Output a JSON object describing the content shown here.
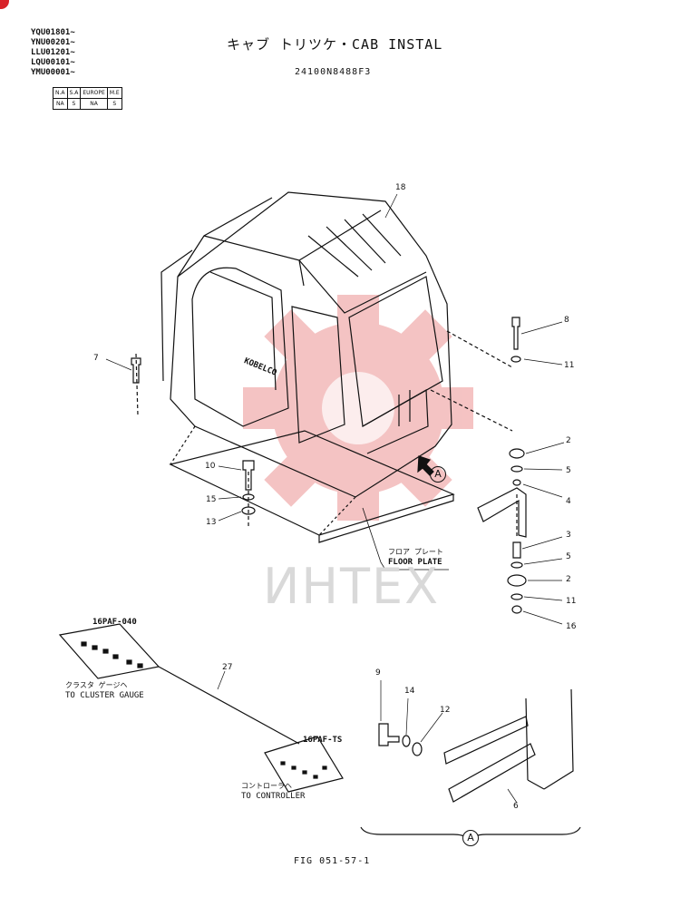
{
  "header": {
    "serials": [
      "YQU01801~",
      "YNU00201~",
      "LLU01201~",
      "LQU00101~",
      "YMU00001~"
    ],
    "title": "キャブ トリツケ・CAB INSTAL",
    "part_number": "24100N8488F3"
  },
  "market_table": {
    "headers": [
      "N.A",
      "S.A",
      "EUROPE",
      "M.E"
    ],
    "values": [
      "NA",
      "S",
      "NA",
      "S"
    ]
  },
  "callouts": {
    "c18": "18",
    "c8": "8",
    "c11a": "11",
    "c7": "7",
    "c2a": "2",
    "c5a": "5",
    "c4": "4",
    "c10": "10",
    "c15": "15",
    "c13": "13",
    "c3": "3",
    "c5b": "5",
    "c2b": "2",
    "c11b": "11",
    "c16": "16",
    "c27": "27",
    "c9": "9",
    "c14": "14",
    "c12": "12",
    "c6": "6"
  },
  "section_marks": {
    "a1": "A",
    "a2": "A"
  },
  "floor_plate": {
    "jp": "フロア プレート",
    "en": "FLOOR PLATE"
  },
  "connectors": {
    "top": "16PAF-040",
    "bottom": "16PAF-TS",
    "cluster_jp": "クラスタ ゲージヘ",
    "cluster_en": "TO CLUSTER GAUGE",
    "controller_jp": "コントローラヘ",
    "controller_en": "TO CONTROLLER"
  },
  "cab_brand": "KOBELCO",
  "watermark": "ИНТЕХ",
  "figure_label": "FIG 051-57-1",
  "colors": {
    "watermark_red": "#f3b9b9",
    "line": "#111111"
  }
}
